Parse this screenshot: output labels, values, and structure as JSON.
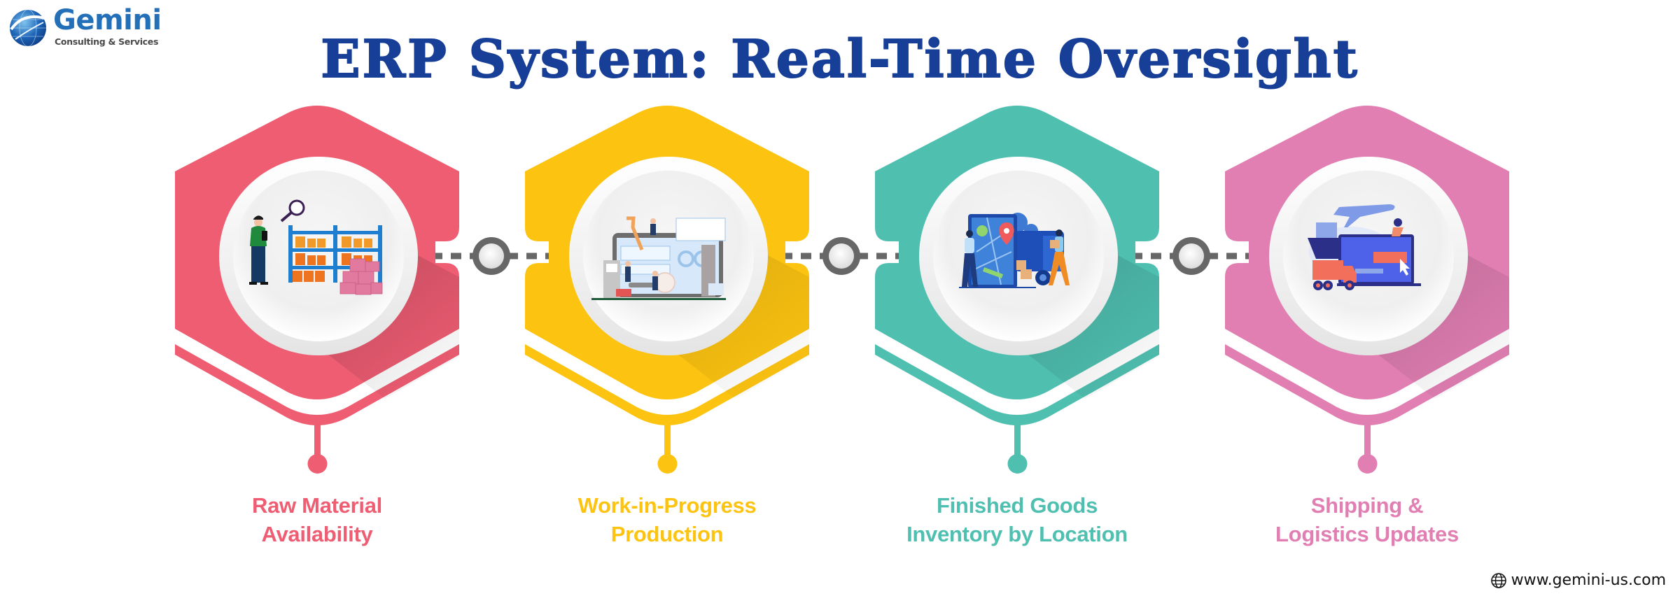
{
  "brand": {
    "name": "Gemini",
    "tagline": "Consulting & Services",
    "icon": "globe-logo-icon",
    "color": "#2370b8"
  },
  "title": "ERP System: Real-Time Oversight",
  "title_color": "#173f97",
  "connector_color": "#676767",
  "steps": [
    {
      "label_line1": "Raw Material",
      "label_line2": "Availability",
      "color": "#ef5d73",
      "illustration": "warehouse-shelves-inspection-icon"
    },
    {
      "label_line1": "Work-in-Progress",
      "label_line2": "Production",
      "color": "#fcc311",
      "illustration": "factory-production-line-icon"
    },
    {
      "label_line1": "Finished Goods",
      "label_line2": "Inventory by Location",
      "color": "#4fbfb0",
      "illustration": "map-location-delivery-icon"
    },
    {
      "label_line1": "Shipping &",
      "label_line2": "Logistics Updates",
      "color": "#e17fb3",
      "illustration": "shipping-logistics-dashboard-icon"
    }
  ],
  "footer": {
    "icon": "globe-icon",
    "url": "www.gemini-us.com"
  }
}
